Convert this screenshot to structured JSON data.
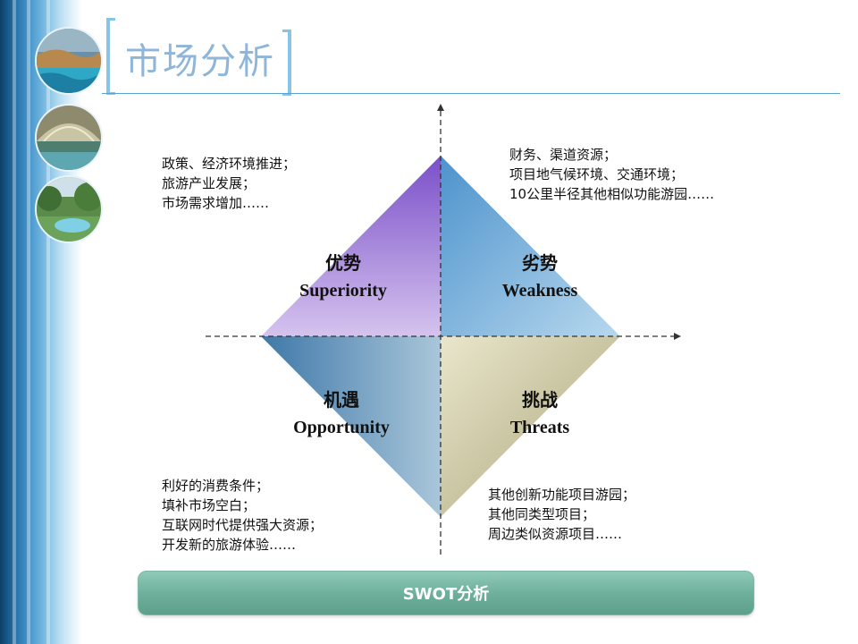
{
  "header": {
    "title": "市场分析"
  },
  "quadrants": {
    "superiority": {
      "zh": "优势",
      "en": "Superiority",
      "notes": [
        "政策、经济环境推进；",
        "旅游产业发展；",
        "市场需求增加……"
      ]
    },
    "weakness": {
      "zh": "劣势",
      "en": "Weakness",
      "notes": [
        "财务、渠道资源；",
        "项目地气候环境、交通环境；",
        "10公里半径其他相似功能游园……"
      ]
    },
    "opportunity": {
      "zh": "机遇",
      "en": "Opportunity",
      "notes": [
        "利好的消费条件；",
        "填补市场空白；",
        "互联网时代提供强大资源；",
        "开发新的旅游体验……"
      ]
    },
    "threats": {
      "zh": "挑战",
      "en": "Threats",
      "notes": [
        "其他创新功能项目游园；",
        "其他同类型项目；",
        "周边类似资源项目……"
      ]
    }
  },
  "footer": {
    "swot_label": "SWOT分析"
  },
  "colors": {
    "superiority": "#a78ad8",
    "weakness": "#7fb6e0",
    "opportunity": "#5f93bd",
    "threats": "#c9c49a",
    "footer_bar": "#6fb09c"
  }
}
